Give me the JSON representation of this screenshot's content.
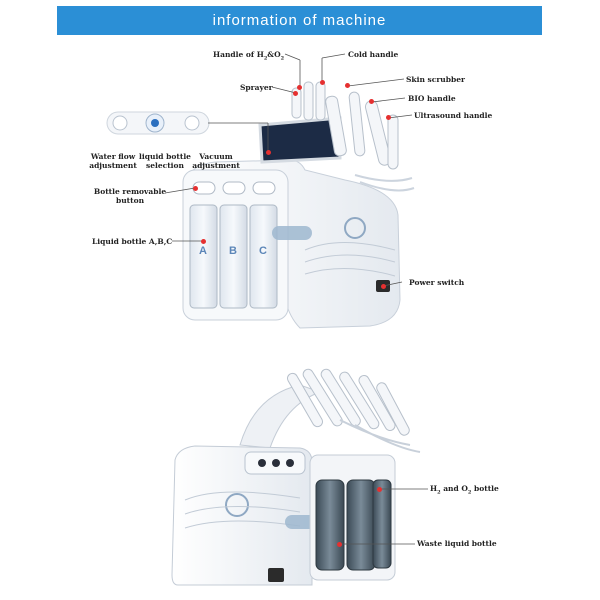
{
  "banner": {
    "title": "information of machine"
  },
  "top_machine": {
    "labels": {
      "handle_h2o2_prefix": "Handle of H",
      "handle_h2o2_sub1": "2",
      "handle_h2o2_mid": "&O",
      "handle_h2o2_sub2": "2",
      "cold_handle": "Cold handle",
      "sprayer": "Sprayer",
      "skin_scrubber": "Skin scrubber",
      "bio_handle": "BIO handle",
      "ultrasound_handle": "Ultrasound handle",
      "water_flow_line1": "Water flow",
      "water_flow_line2": "adjustment",
      "liquid_bottle_line1": "liquid bottle",
      "liquid_bottle_line2": "selection",
      "vacuum_line1": "Vacuum",
      "vacuum_line2": "adjustment",
      "bottle_removable_line1": "Bottle removable",
      "bottle_removable_line2": "button",
      "liquid_bottle_abc": "Liquid bottle A,B,C",
      "power_switch": "Power switch"
    },
    "bottle_letters": [
      "A",
      "B",
      "C"
    ]
  },
  "bottom_machine": {
    "labels": {
      "h2o2_bottle_prefix": "H",
      "h2o2_bottle_sub1": "2",
      "h2o2_bottle_mid": " and O",
      "h2o2_bottle_sub2": "2",
      "h2o2_bottle_suffix": " bottle",
      "waste_liquid_bottle": "Waste liquid bottle"
    }
  },
  "colors": {
    "banner": "#2b8fd6",
    "accent_dot": "#e53030",
    "machine": "#f3f5f8",
    "screen": "#1c2b45"
  }
}
